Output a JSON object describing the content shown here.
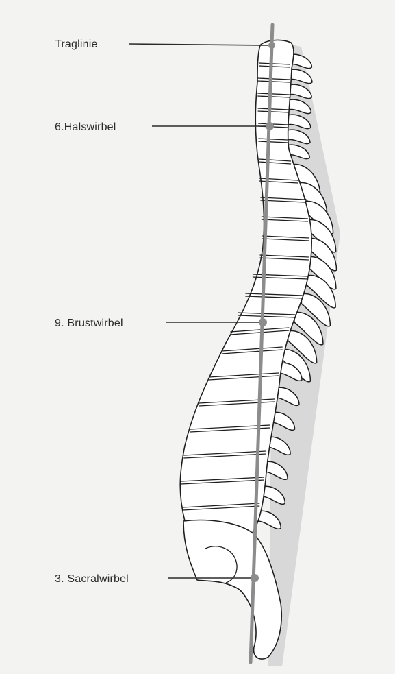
{
  "figure": {
    "labels": [
      {
        "id": "traglinie",
        "text": "Traglinie"
      },
      {
        "id": "halswirbel",
        "text": "6.Halswirbel"
      },
      {
        "id": "brustwirbel",
        "text": "9. Brustwirbel"
      },
      {
        "id": "sacralwirbel",
        "text": "3. Sacralwirbel"
      }
    ],
    "colors": {
      "background": "#f3f3f2",
      "bone": "#ffffff",
      "outline": "#1e1e1e",
      "load_line": "#8c8c8c",
      "shadow": "#d8d8d8"
    }
  }
}
